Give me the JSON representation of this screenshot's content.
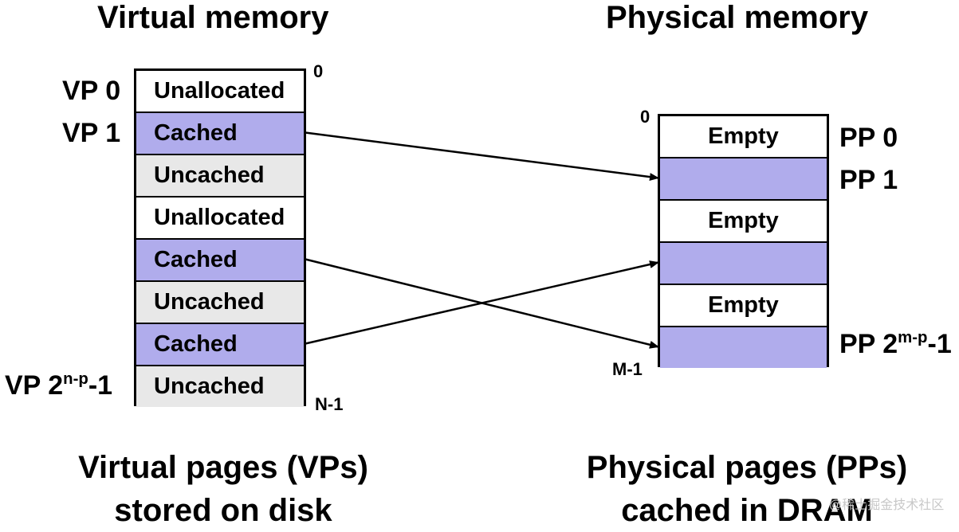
{
  "titles": {
    "virtual": "Virtual memory",
    "physical": "Physical memory"
  },
  "virtual_pages": [
    {
      "label": "Unallocated",
      "state": "unallocated"
    },
    {
      "label": "Cached",
      "state": "cached"
    },
    {
      "label": "Uncached",
      "state": "uncached"
    },
    {
      "label": "Unallocated",
      "state": "unallocated"
    },
    {
      "label": "Cached",
      "state": "cached"
    },
    {
      "label": "Uncached",
      "state": "uncached"
    },
    {
      "label": "Cached",
      "state": "cached"
    },
    {
      "label": "Uncached",
      "state": "uncached"
    }
  ],
  "virtual_labels": {
    "vp0": "VP 0",
    "vp1": "VP 1",
    "vplast_base": "VP 2",
    "vplast_sup": "n-p",
    "vplast_suffix": "-1"
  },
  "virtual_index": {
    "start": "0",
    "end": "N-1"
  },
  "physical_pages": [
    {
      "label": "Empty",
      "state": "empty"
    },
    {
      "label": "",
      "state": "cached"
    },
    {
      "label": "Empty",
      "state": "empty"
    },
    {
      "label": "",
      "state": "cached"
    },
    {
      "label": "Empty",
      "state": "empty"
    },
    {
      "label": "",
      "state": "cached"
    }
  ],
  "physical_labels": {
    "pp0": "PP 0",
    "pp1": "PP 1",
    "pplast_base": "PP 2",
    "pplast_sup": "m-p",
    "pplast_suffix": "-1"
  },
  "physical_index": {
    "start": "0",
    "end": "M-1"
  },
  "mappings": [
    {
      "from_vp_row": 1,
      "to_pp_row": 1
    },
    {
      "from_vp_row": 4,
      "to_pp_row": 5
    },
    {
      "from_vp_row": 6,
      "to_pp_row": 3
    }
  ],
  "captions": {
    "virtual_line1": "Virtual pages (VPs)",
    "virtual_line2": "stored on disk",
    "physical_line1": "Physical pages (PPs)",
    "physical_line2": "cached in DRAM"
  },
  "watermark": "@稀土掘金技术社区",
  "colors": {
    "cached": "#b0acec",
    "uncached": "#e8e8e8",
    "unallocated": "#ffffff",
    "empty": "#ffffff"
  }
}
